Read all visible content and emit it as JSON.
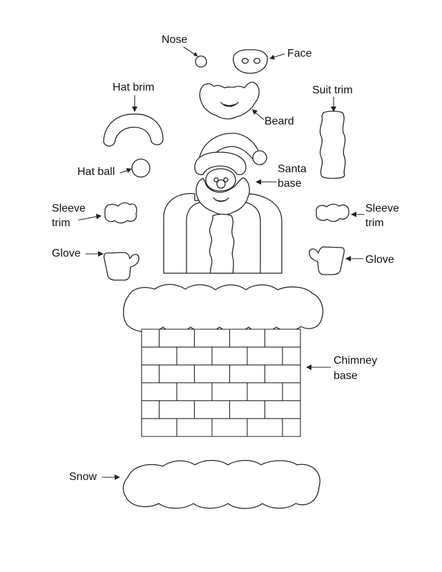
{
  "labels": {
    "nose": "Nose",
    "face": "Face",
    "hat_brim": "Hat brim",
    "suit_trim": "Suit trim",
    "beard": "Beard",
    "hat_ball": "Hat ball",
    "santa_base_1": "Santa",
    "santa_base_2": "base",
    "sleeve_trim_left_1": "Sleeve",
    "sleeve_trim_left_2": "trim",
    "sleeve_trim_right_1": "Sleeve",
    "sleeve_trim_right_2": "trim",
    "glove_left": "Glove",
    "glove_right": "Glove",
    "chimney_base_1": "Chimney",
    "chimney_base_2": "base",
    "snow": "Snow"
  }
}
